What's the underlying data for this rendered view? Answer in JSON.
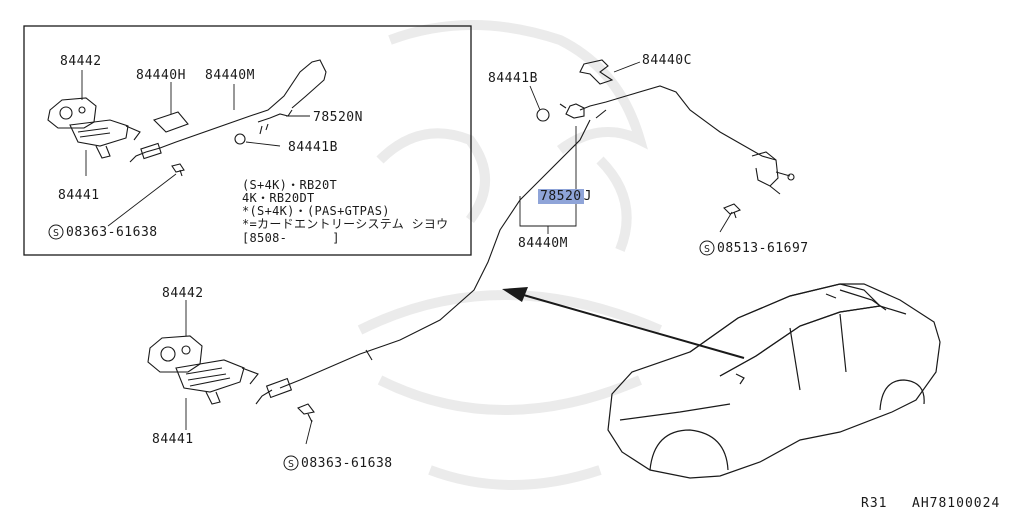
{
  "inset": {
    "labels": {
      "p84442": "84442",
      "p84440H": "84440H",
      "p84440M": "84440M",
      "p78520N": "78520N",
      "p84441B": "84441B",
      "p84441": "84441",
      "p08363": "08363-61638"
    },
    "notes": [
      "(S+4K)・RB20T",
      "4K・RB20DT",
      "*(S+4K)・(PAS+GTPAS)",
      "*=カードエントリーシステム シヨウ",
      "[8508-      ]"
    ]
  },
  "main": {
    "labels": {
      "p84441B": "84441B",
      "p84440C": "84440C",
      "p78520": "78520",
      "p78520_suffix": "J",
      "p84440M": "84440M",
      "p08513": "08513-61697",
      "p84442": "84442",
      "p84441": "84441",
      "p08363": "08363-61638"
    }
  },
  "symbols": {
    "screw": "S"
  },
  "footer": {
    "ref_left": "R31",
    "ref_right": "AH78100024"
  },
  "colors": {
    "line": "#1a1a1a",
    "highlight": "#8fa4d8",
    "watermark": "#e9e9e9"
  }
}
